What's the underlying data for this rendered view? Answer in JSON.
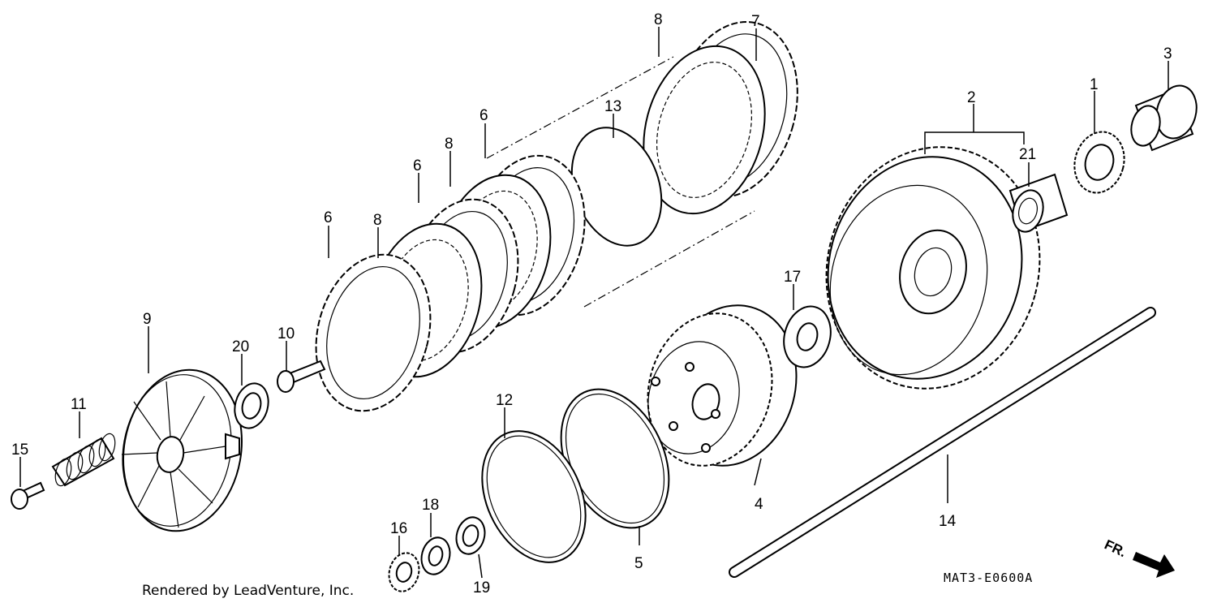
{
  "callouts": [
    {
      "id": "c1",
      "label": "1"
    },
    {
      "id": "c2",
      "label": "2"
    },
    {
      "id": "c3",
      "label": "3"
    },
    {
      "id": "c4",
      "label": "4"
    },
    {
      "id": "c5",
      "label": "5"
    },
    {
      "id": "c6a",
      "label": "6"
    },
    {
      "id": "c6b",
      "label": "6"
    },
    {
      "id": "c6c",
      "label": "6"
    },
    {
      "id": "c7",
      "label": "7"
    },
    {
      "id": "c8a",
      "label": "8"
    },
    {
      "id": "c8b",
      "label": "8"
    },
    {
      "id": "c8c",
      "label": "8"
    },
    {
      "id": "c9",
      "label": "9"
    },
    {
      "id": "c10",
      "label": "10"
    },
    {
      "id": "c11",
      "label": "11"
    },
    {
      "id": "c12",
      "label": "12"
    },
    {
      "id": "c13",
      "label": "13"
    },
    {
      "id": "c14",
      "label": "14"
    },
    {
      "id": "c15",
      "label": "15"
    },
    {
      "id": "c16",
      "label": "16"
    },
    {
      "id": "c17",
      "label": "17"
    },
    {
      "id": "c18",
      "label": "18"
    },
    {
      "id": "c19",
      "label": "19"
    },
    {
      "id": "c20",
      "label": "20"
    },
    {
      "id": "c21",
      "label": "21"
    }
  ],
  "credit": "Rendered by LeadVenture, Inc.",
  "diagram_code": "MAT3-E0600A",
  "direction_label": "FR."
}
